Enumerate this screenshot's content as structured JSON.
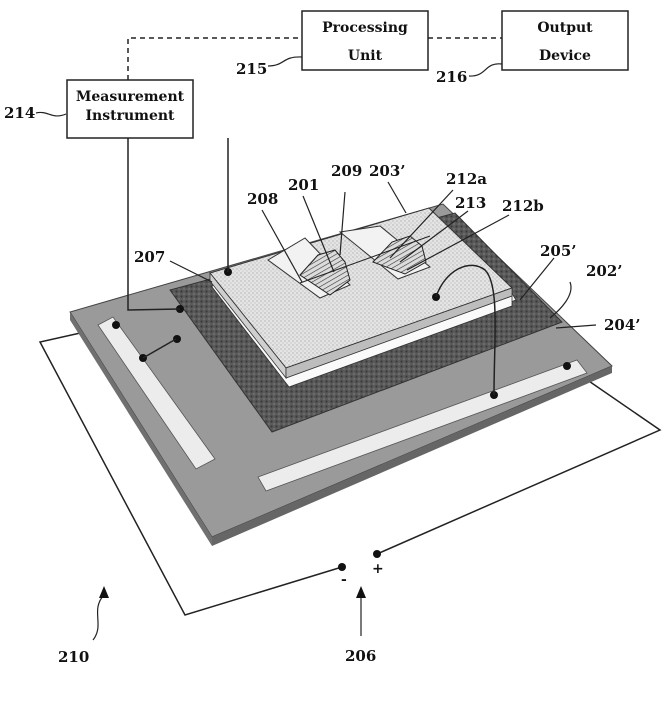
{
  "boxes": {
    "processing_unit": {
      "line1": "Processing",
      "line2": "Unit"
    },
    "output_device": {
      "line1": "Output",
      "line2": "Device"
    },
    "measurement_instrument": {
      "line1": "Measurement",
      "line2": "Instrument"
    }
  },
  "labels": {
    "l201": "201",
    "l202": "202’",
    "l203": "203’",
    "l204": "204’",
    "l205": "205’",
    "l206": "206",
    "l207": "207",
    "l208": "208",
    "l209": "209",
    "l210": "210",
    "l212a": "212a",
    "l212b": "212b",
    "l213": "213",
    "l214": "214",
    "l215": "215",
    "l216": "216"
  },
  "polarity": {
    "minus": "-",
    "plus": "+"
  }
}
